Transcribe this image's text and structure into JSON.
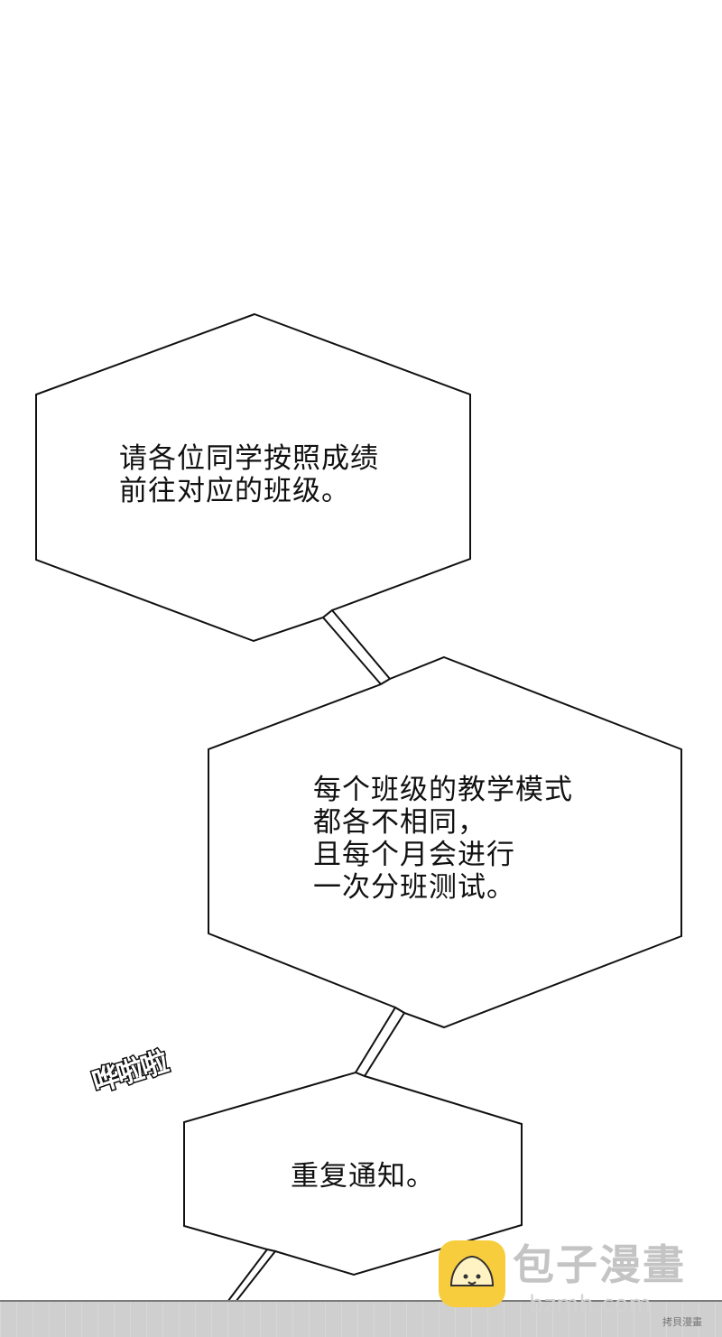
{
  "panel": {
    "bubbles": [
      {
        "lines": "请各位同学按照成绩\n前往对应的班级。"
      },
      {
        "lines": "每个班级的教学模式\n都各不相同，\n且每个月会进行\n一次分班测试。"
      },
      {
        "lines": "重复通知。"
      }
    ],
    "sfx": "哗啦啦",
    "watermark": {
      "title": "包子漫畫",
      "url": "bzmh.com",
      "credit": "拷貝漫畫"
    }
  },
  "colors": {
    "background": "#ffffff",
    "line": "#111111",
    "floor": "#d0d0d0",
    "watermark_icon": "#f7cd3e"
  }
}
